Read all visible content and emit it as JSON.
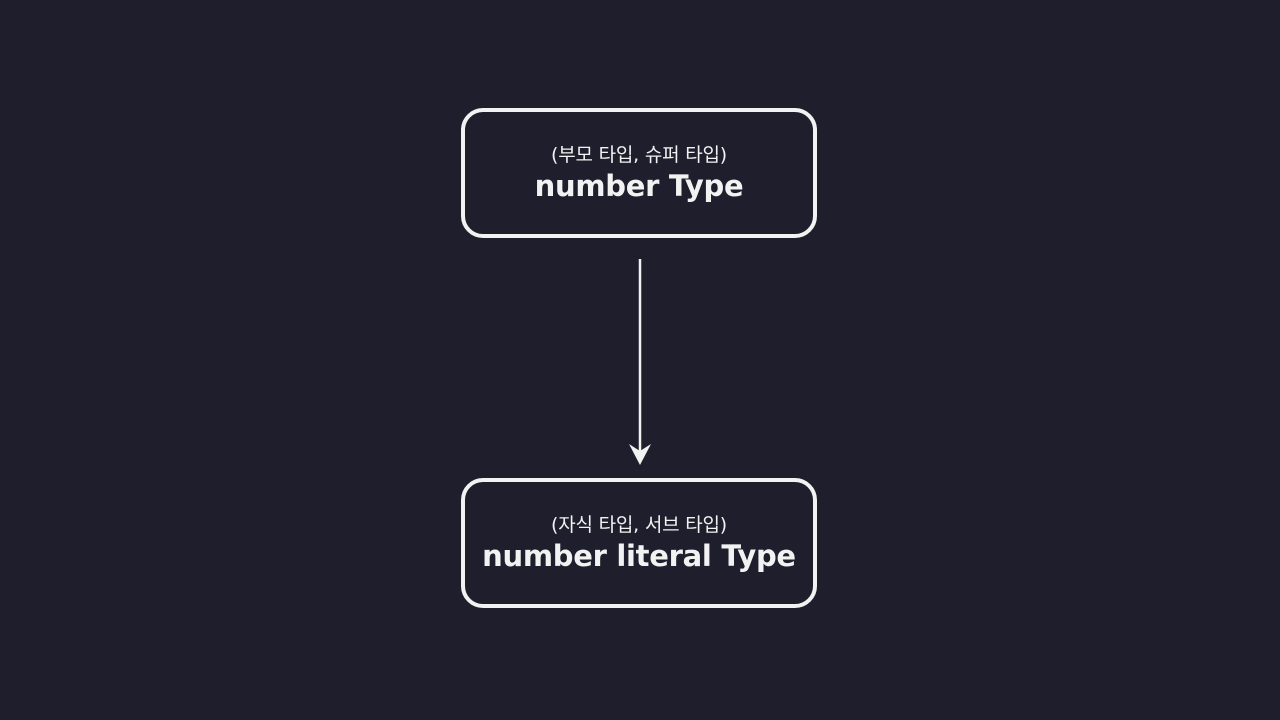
{
  "diagram": {
    "parent": {
      "subtitle": "(부모 타입, 슈퍼 타입)",
      "title": "number Type"
    },
    "child": {
      "subtitle": "(자식 타입, 서브 타입)",
      "title": "number literal Type"
    },
    "colors": {
      "background": "#1f1e2c",
      "foreground": "#f2f2f2"
    }
  }
}
